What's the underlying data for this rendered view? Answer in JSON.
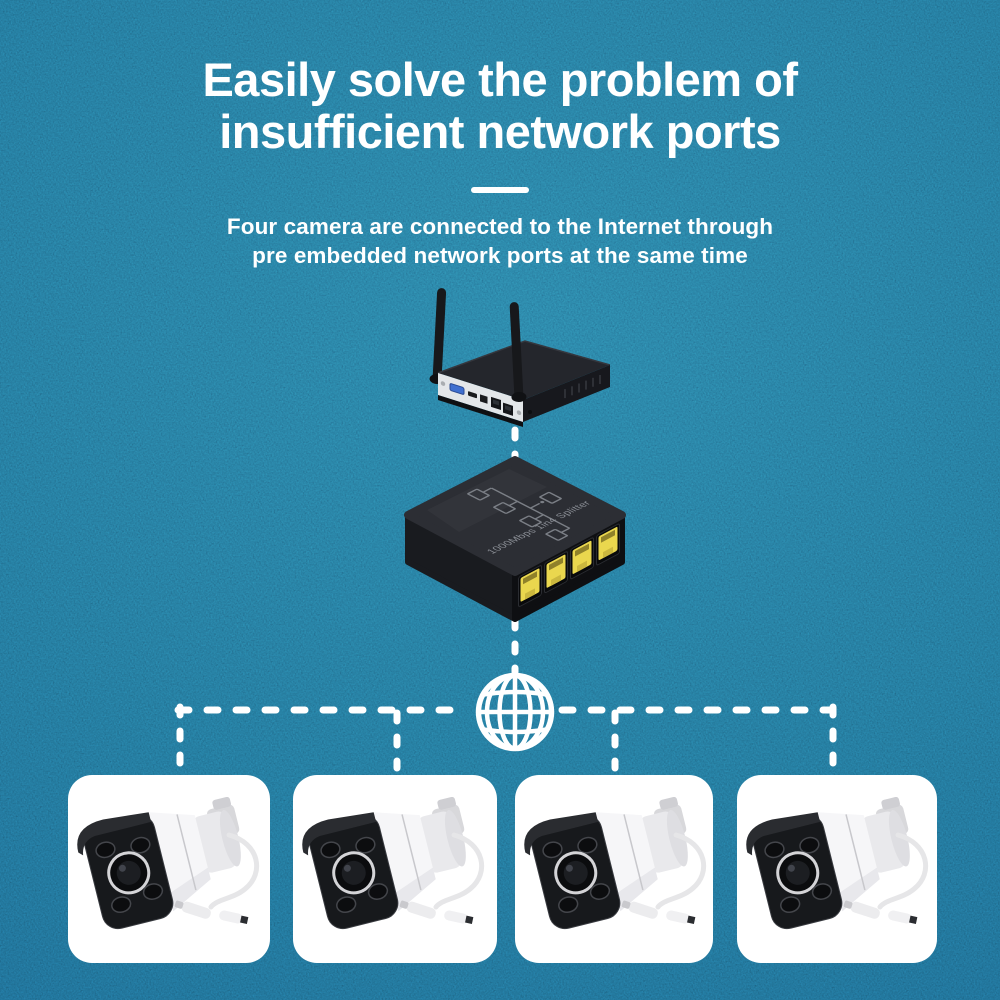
{
  "poster": {
    "title": {
      "line1": "Easily solve the problem of",
      "line2": "insufficient network ports"
    },
    "subtitle": {
      "line1": "Four camera are connected to the Internet through",
      "line2": "pre embedded network ports at the same time"
    },
    "devices": {
      "nvr": {
        "type": "wireless NVR",
        "antenna_count": 2
      },
      "poe_splitter": {
        "label": "1000Mbps 1in4 Splitter",
        "port_count": 4,
        "port_color": "#ead74e"
      },
      "internet": {
        "icon": "globe-icon"
      },
      "cameras": {
        "count": 4,
        "type": "bullet security camera"
      }
    },
    "colors": {
      "background": "#206989",
      "text": "#ffffff",
      "card": "#ffffff",
      "connector": "#ffffff"
    }
  }
}
